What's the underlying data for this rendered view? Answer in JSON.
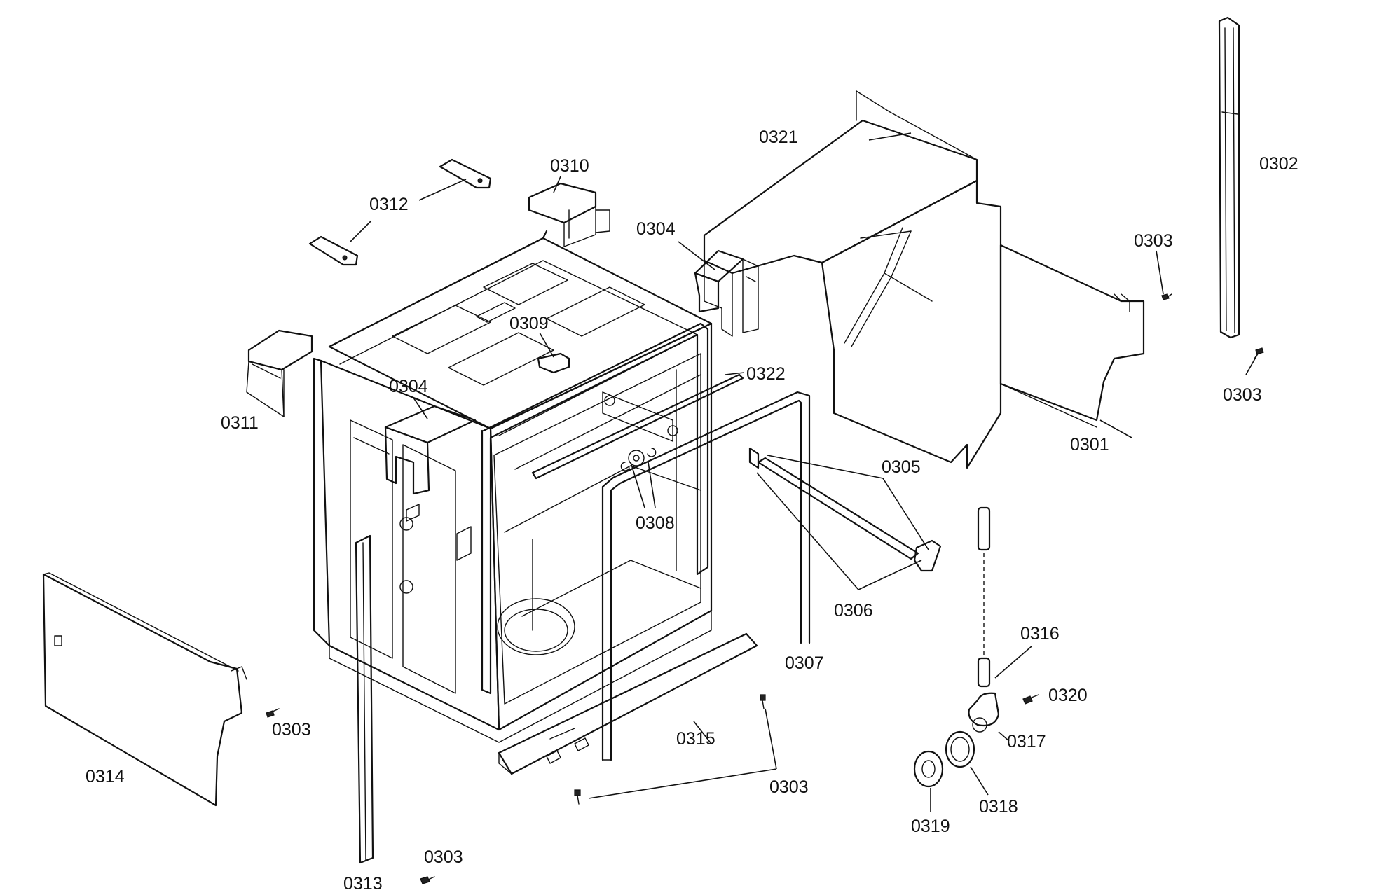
{
  "labels": {
    "l0301": "0301",
    "l0302": "0302",
    "l0303": "0303",
    "l0304": "0304",
    "l0305": "0305",
    "l0306": "0306",
    "l0307": "0307",
    "l0308": "0308",
    "l0309": "0309",
    "l0310": "0310",
    "l0311": "0311",
    "l0312": "0312",
    "l0313": "0313",
    "l0314": "0314",
    "l0315": "0315",
    "l0316": "0316",
    "l0317": "0317",
    "l0318": "0318",
    "l0319": "0319",
    "l0320": "0320",
    "l0321": "0321",
    "l0322": "0322"
  }
}
